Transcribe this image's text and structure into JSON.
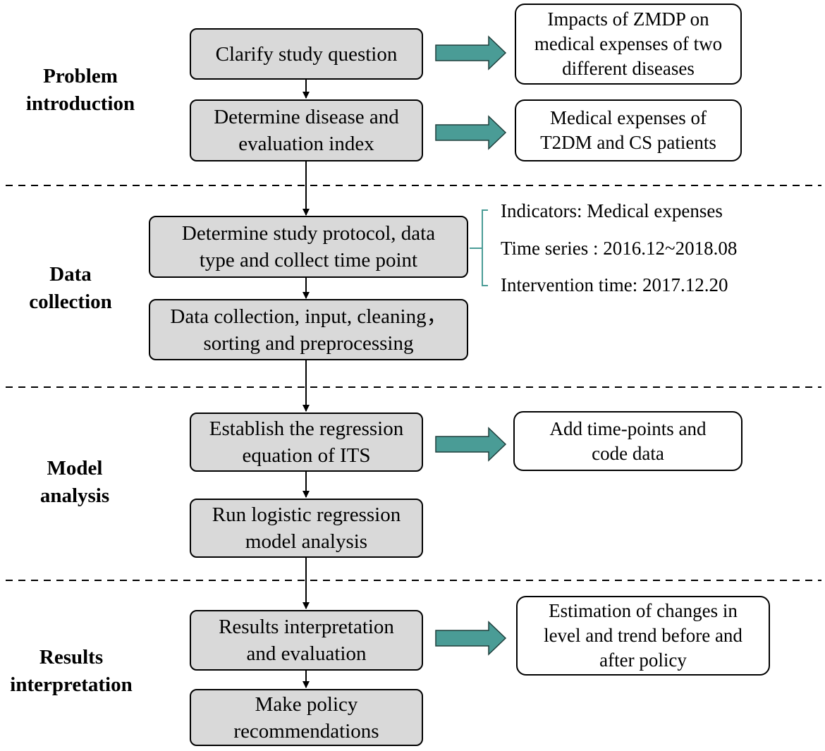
{
  "stages": [
    {
      "id": "problem",
      "lines": [
        "Problem",
        "introduction"
      ]
    },
    {
      "id": "data",
      "lines": [
        "Data",
        "collection"
      ]
    },
    {
      "id": "model",
      "lines": [
        "Model",
        "analysis"
      ]
    },
    {
      "id": "results",
      "lines": [
        "Results",
        "interpretation"
      ]
    }
  ],
  "steps": {
    "clarify": {
      "lines": [
        "Clarify study question"
      ]
    },
    "determine_disease": {
      "lines": [
        "Determine disease and",
        "evaluation index"
      ]
    },
    "determine_protocol": {
      "lines": [
        "Determine study protocol, data",
        "type and collect time point"
      ]
    },
    "data_collection": {
      "lines": [
        "Data collection, input, cleaning，",
        "sorting and preprocessing"
      ]
    },
    "establish": {
      "lines": [
        "Establish the regression",
        "equation of ITS"
      ]
    },
    "run_model": {
      "lines": [
        "Run logistic regression",
        "model analysis"
      ]
    },
    "results_interp": {
      "lines": [
        "Results interpretation",
        "and evaluation"
      ]
    },
    "policy": {
      "lines": [
        "Make policy",
        "recommendations"
      ]
    }
  },
  "notes": {
    "impacts": {
      "lines": [
        "Impacts of ZMDP on",
        "medical expenses of two",
        "different diseases"
      ]
    },
    "medical_expenses": {
      "lines": [
        "Medical expenses of",
        "T2DM and CS patients"
      ]
    },
    "add_time_points": {
      "lines": [
        "Add time-points and",
        "code data"
      ]
    },
    "estimation": {
      "lines": [
        "Estimation of changes in",
        "level and trend before and",
        "after policy"
      ]
    }
  },
  "indicators": {
    "indicators_line": "Indicators: Medical expenses",
    "time_series_line": "Time series : 2016.12~2018.08",
    "intervention_line": "Intervention time: 2017.12.20"
  },
  "colors": {
    "step_fill": "#d9d9d9",
    "arrow_fill": "#4a9c96",
    "bracket": "#4a9c96",
    "line": "#000000"
  }
}
